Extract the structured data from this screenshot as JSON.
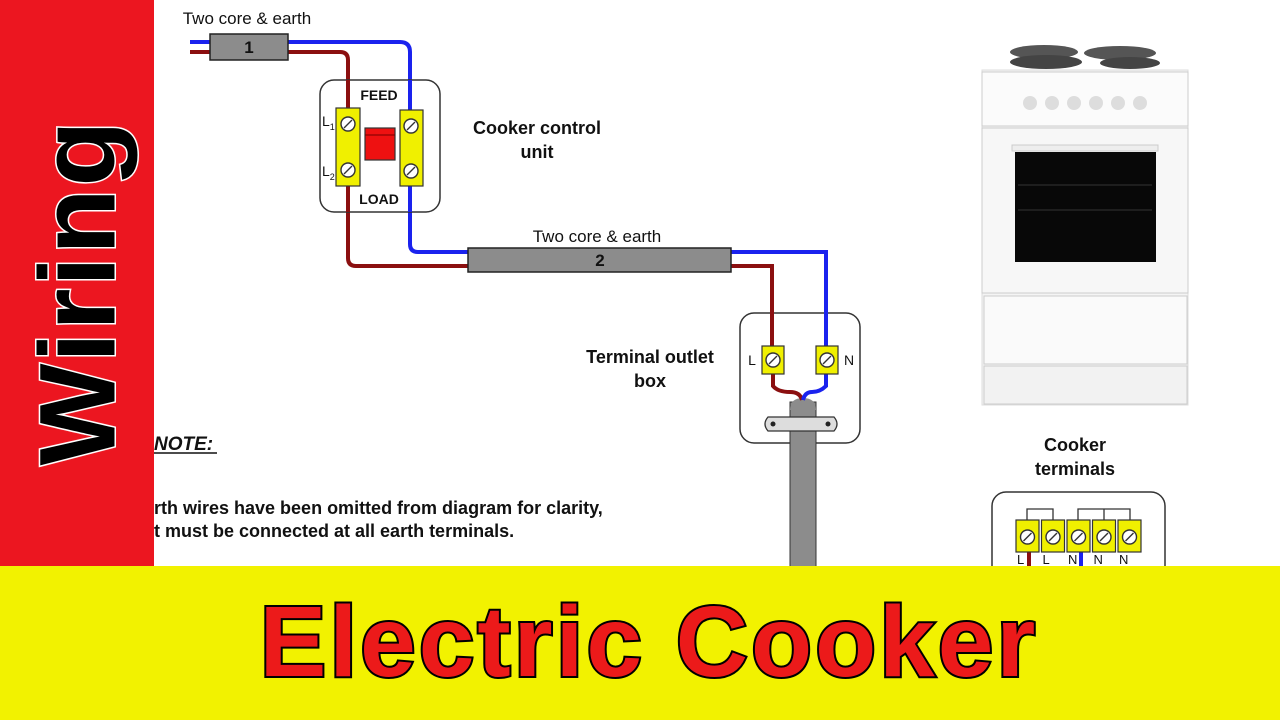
{
  "side_banner": {
    "title": "Wiring"
  },
  "main_title": "Electric Cooker",
  "diagram": {
    "cable1": {
      "caption": "Two core & earth",
      "number": "1"
    },
    "cable2": {
      "caption": "Two core & earth",
      "number": "2"
    },
    "control_unit": {
      "label_line1": "Cooker control",
      "label_line2": "unit",
      "feed": "FEED",
      "load": "LOAD",
      "l1": "L",
      "l1_sub": "1",
      "l2": "L",
      "l2_sub": "2"
    },
    "outlet_box": {
      "label_line1": "Terminal outlet",
      "label_line2": "box",
      "l": "L",
      "n": "N"
    },
    "note": {
      "heading": "NOTE:",
      "line1": "rth wires have been omitted from diagram for clarity,",
      "line2": "t must be connected at all earth terminals."
    },
    "cooker_terminals": {
      "label_line1": "Cooker",
      "label_line2": "terminals",
      "terminal_labels": [
        "L",
        "L",
        "N",
        "N",
        "N"
      ]
    }
  },
  "colors": {
    "live": "#8b0f10",
    "neutral": "#1a22ee",
    "cable": "#8c8c8c",
    "terminal": "#f0f000",
    "banner": "#ec1620",
    "band": "#f2f200",
    "title": "#ec1a1a"
  }
}
